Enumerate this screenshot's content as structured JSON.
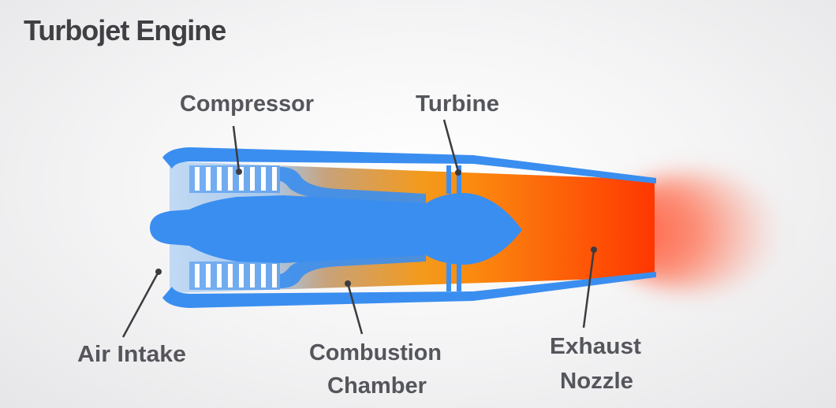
{
  "title": "Turbojet Engine",
  "labels": {
    "compressor": "Compressor",
    "turbine": "Turbine",
    "air_intake": "Air Intake",
    "combustion_line1": "Combustion",
    "combustion_line2": "Chamber",
    "exhaust_line1": "Exhaust",
    "exhaust_line2": "Nozzle"
  },
  "colors": {
    "casing": "#3a8ef0",
    "label_text": "#55565c",
    "intake": "#b9d4f2",
    "combustion": "#f5a020",
    "exhaust": "#ff3a00"
  }
}
